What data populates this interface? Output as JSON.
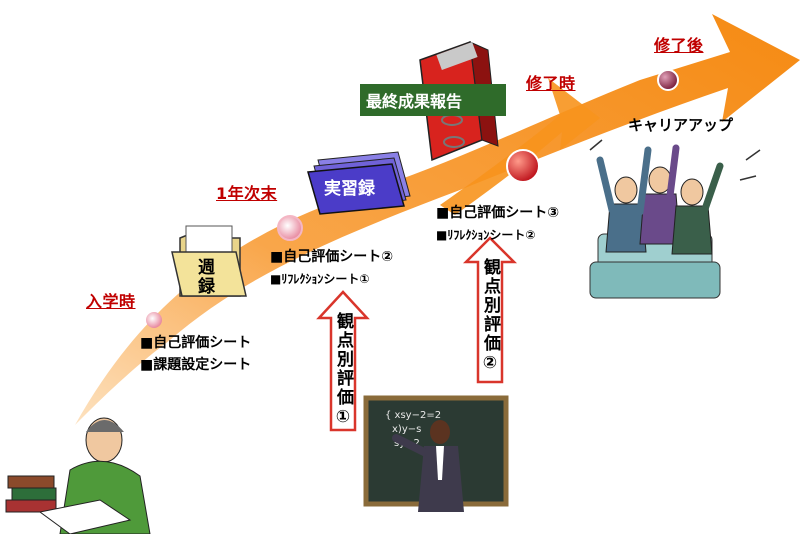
{
  "milestones": {
    "m1": "入学時",
    "m2": "1年次末",
    "m3": "修了時",
    "m4": "修了後"
  },
  "items": {
    "m1_a": "■自己評価シート",
    "m1_b": "■課題設定シート",
    "m2_a": "■自己評価シート②",
    "m2_b": "■ﾘﾌﾚｸｼｮﾝシート①",
    "m3_a": "■自己評価シート③",
    "m3_b": "■ﾘﾌﾚｸｼｮﾝシート②"
  },
  "records": {
    "weekly": "週録",
    "practice": "実習録",
    "final_report": "最終成果報告"
  },
  "evaluations": {
    "e1": "観点別評価①",
    "e2": "観点別評価②"
  },
  "career": "キャリアアップ",
  "colors": {
    "arrow": "#f7941d",
    "milestone_text": "#c00000",
    "practice_folder": "#4b3cc8",
    "final_report_bg": "#2f6b2a",
    "eval_arrow_outline": "#d9352b"
  },
  "icons": [
    "student-reading-icon",
    "folder-icon",
    "binder-icon",
    "teacher-blackboard-icon",
    "celebrating-people-icon"
  ]
}
